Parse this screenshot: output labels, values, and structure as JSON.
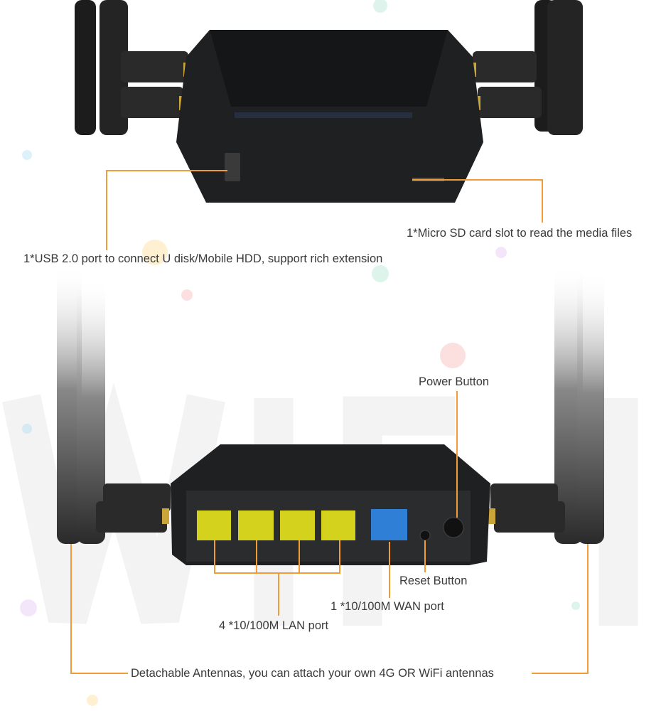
{
  "colors": {
    "callout_line": "#f29c38",
    "lan_port": "#d4d21c",
    "wan_port": "#2f7fd6",
    "router_body": "#1e2022"
  },
  "top_view": {
    "usb_label": "1*USB 2.0 port to connect U disk/Mobile HDD, support rich extension",
    "sd_label": "1*Micro SD card slot to read the media files"
  },
  "rear_view": {
    "watermark": "WIFI",
    "power_label": "Power Button",
    "reset_label": "Reset Button",
    "wan_label": "1 *10/100M WAN port",
    "lan_label": "4 *10/100M LAN port",
    "antenna_label": "Detachable Antennas, you can attach your own 4G OR WiFi antennas"
  }
}
